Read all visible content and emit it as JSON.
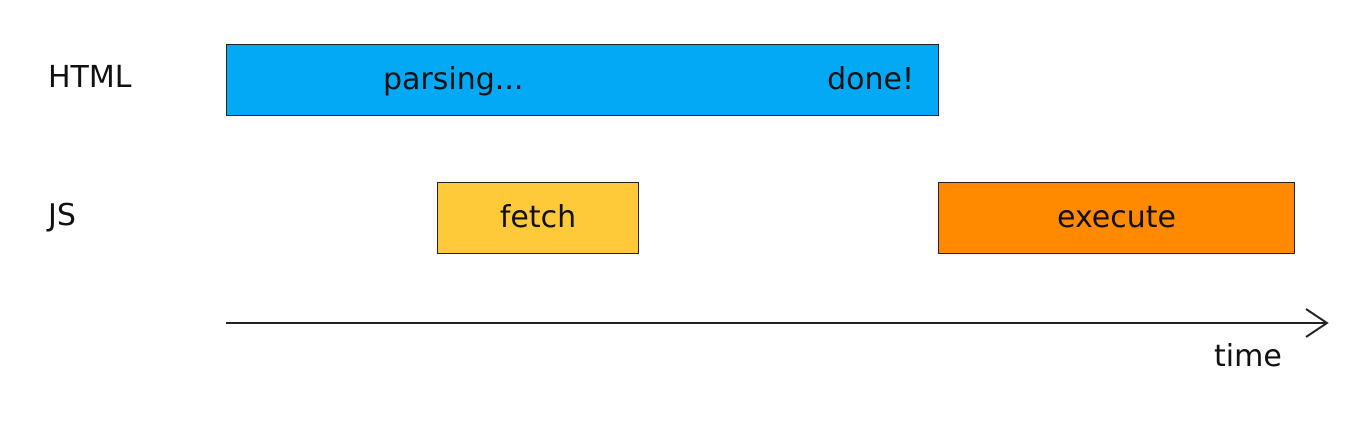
{
  "rows": {
    "html_label": "HTML",
    "js_label": "JS"
  },
  "html_bar": {
    "parsing_text": "parsing...",
    "done_text": "done!",
    "color": "#03A9F4"
  },
  "js_fetch_bar": {
    "text": "fetch",
    "color": "#FFCA3A"
  },
  "js_execute_bar": {
    "text": "execute",
    "color": "#FF8A00"
  },
  "axis": {
    "label": "time"
  }
}
